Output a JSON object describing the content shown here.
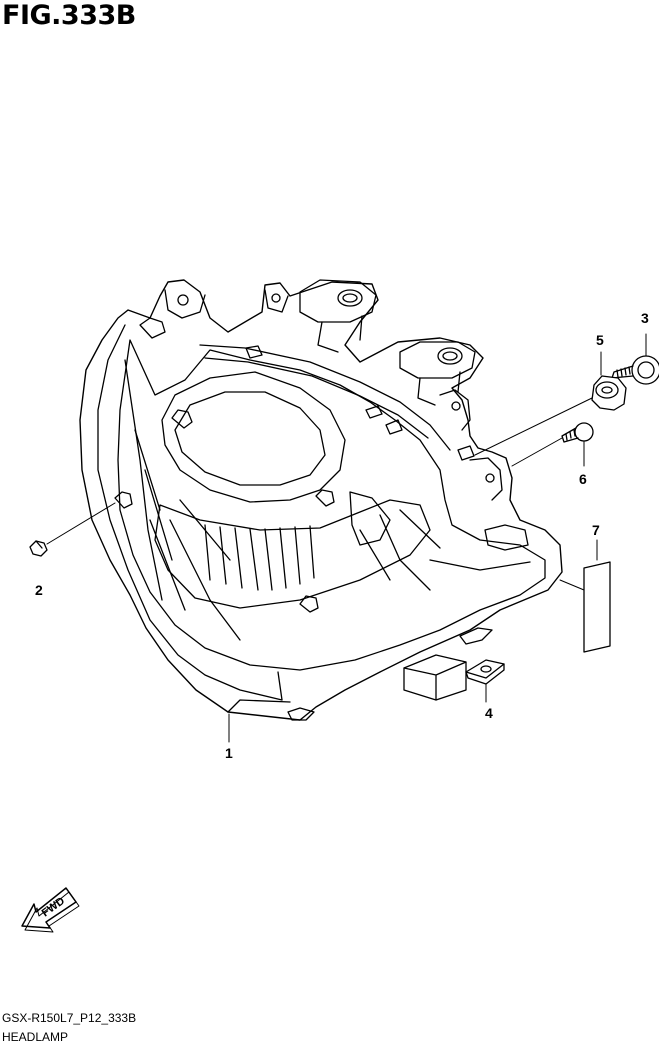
{
  "figure": {
    "title": "FIG.333B",
    "code": "GSX-R150L7_P12_333B",
    "name": "HEADLAMP"
  },
  "parts": [
    {
      "number": "1"
    },
    {
      "number": "2"
    },
    {
      "number": "3"
    },
    {
      "number": "4"
    },
    {
      "number": "5"
    },
    {
      "number": "6"
    },
    {
      "number": "7"
    }
  ],
  "direction_arrow": {
    "label": "FWD",
    "icon": "fwd-arrow-icon"
  }
}
